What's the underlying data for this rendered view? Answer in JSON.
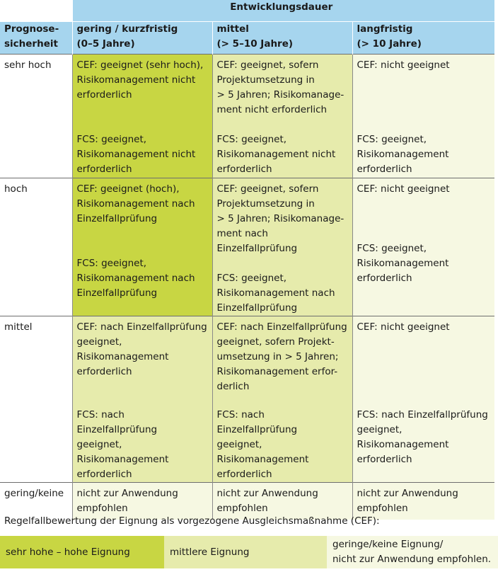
{
  "header": {
    "group_label": "Entwicklungsdauer",
    "row_header": [
      "Prognose-",
      "sicherheit"
    ],
    "columns": [
      {
        "title": "gering / kurzfristig",
        "range": "(0–5 Jahre)"
      },
      {
        "title": "mittel",
        "range": "(> 5–10 Jahre)"
      },
      {
        "title": "langfristig",
        "range": "(> 10 Jahre)"
      }
    ]
  },
  "rows": [
    {
      "label": "sehr hoch",
      "cells": [
        {
          "cef": [
            "CEF: geeignet (sehr hoch),",
            "Risikomanagement nicht",
            "erforderlich"
          ],
          "fcs": [
            "FCS: geeignet,",
            "Risikomanagement nicht",
            "erforderlich"
          ]
        },
        {
          "cef": [
            "CEF: geeignet, sofern",
            "Projektumsetzung in",
            "> 5 Jahren; Risikomanage-",
            "ment nicht erforderlich"
          ],
          "fcs": [
            "FCS: geeignet,",
            "Risikomanagement nicht",
            "erforderlich"
          ]
        },
        {
          "cef": [
            "CEF: nicht geeignet"
          ],
          "fcs": [
            "FCS: geeignet,",
            "Risikomanagement",
            "erforderlich"
          ]
        }
      ]
    },
    {
      "label": "hoch",
      "cells": [
        {
          "cef": [
            "CEF: geeignet (hoch),",
            "Risikomanagement nach",
            "Einzelfallprüfung"
          ],
          "fcs": [
            "FCS: geeignet,",
            "Risikomanagement nach",
            "Einzelfallprüfung"
          ]
        },
        {
          "cef": [
            "CEF: geeignet, sofern",
            "Projektumsetzung in",
            "> 5 Jahren; Risikomanage-",
            "ment nach Einzelfallprüfung"
          ],
          "fcs": [
            "FCS: geeignet,",
            "Risikomanagement nach",
            "Einzelfallprüfung"
          ]
        },
        {
          "cef": [
            "CEF: nicht geeignet"
          ],
          "fcs": [
            "FCS: geeignet,",
            "Risikomanagement",
            "erforderlich"
          ]
        }
      ]
    },
    {
      "label": "mittel",
      "cells": [
        {
          "cef": [
            "CEF: nach Einzelfallprüfung",
            "geeignet,",
            "Risikomanagement",
            "erforderlich"
          ],
          "fcs": [
            "FCS: nach Einzelfallprüfung",
            "geeignet,",
            "Risikomanagement",
            "erforderlich"
          ]
        },
        {
          "cef": [
            "CEF: nach Einzelfallprüfung",
            "geeignet, sofern Projekt-",
            "umsetzung in > 5 Jahren;",
            "Risikomanagement erfor-",
            "derlich"
          ],
          "fcs": [
            "FCS: nach Einzelfallprüfung",
            "geeignet,",
            "Risikomanagement",
            "erforderlich"
          ]
        },
        {
          "cef": [
            "CEF: nicht geeignet"
          ],
          "fcs": [
            "FCS: nach Einzelfallprüfung",
            "geeignet,",
            "Risikomanagement",
            "erforderlich"
          ]
        }
      ]
    },
    {
      "label": "gering/keine",
      "cells": [
        {
          "text": [
            "nicht zur Anwendung",
            "empfohlen"
          ]
        },
        {
          "text": [
            "nicht zur Anwendung",
            "empfohlen"
          ]
        },
        {
          "text": [
            "nicht zur Anwendung",
            "empfohlen"
          ]
        }
      ]
    }
  ],
  "legend": {
    "caption": "Regelfallbewertung der Eignung als vorgezogene Ausgleichsmaßnahme (CEF):",
    "items": [
      {
        "label": [
          "sehr hohe – hohe Eignung"
        ],
        "color": "#c8d643"
      },
      {
        "label": [
          "mittlere Eignung"
        ],
        "color": "#e6ebac"
      },
      {
        "label": [
          "geringe/keine Eignung/",
          "nicht zur Anwendung empfohlen."
        ],
        "color": "#f6f8e2"
      }
    ]
  },
  "colors": {
    "header": "#a6d5ee",
    "high": "#c8d643",
    "medium": "#e6ebac",
    "low": "#f6f8e2"
  }
}
